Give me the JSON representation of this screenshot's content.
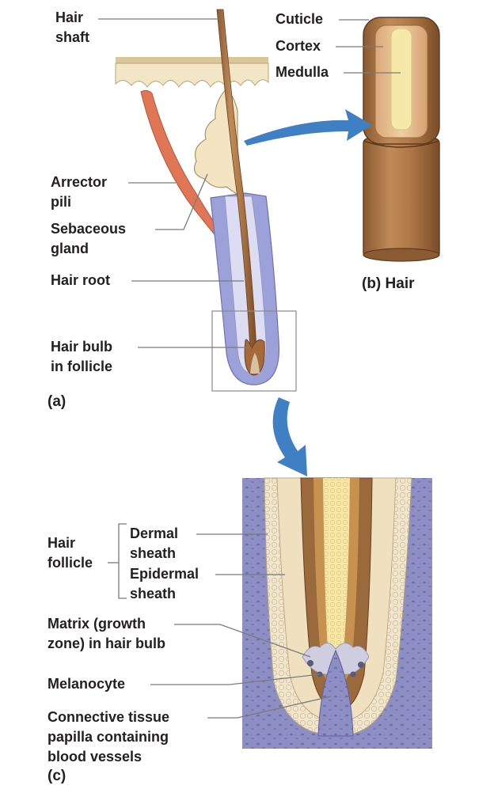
{
  "panel_a": {
    "label": "(a)",
    "hair_shaft": [
      "Hair",
      "shaft"
    ],
    "arrector_pili": [
      "Arrector",
      "pili"
    ],
    "sebaceous_gland": [
      "Sebaceous",
      "gland"
    ],
    "hair_root": "Hair root",
    "hair_bulb": [
      "Hair bulb",
      "in follicle"
    ]
  },
  "panel_b": {
    "label": "(b) Hair",
    "cuticle": "Cuticle",
    "cortex": "Cortex",
    "medulla": "Medulla"
  },
  "panel_c": {
    "label": "(c)",
    "hair_follicle": [
      "Hair",
      "follicle"
    ],
    "dermal_sheath": [
      "Dermal",
      "sheath"
    ],
    "epidermal_sheath": [
      "Epidermal",
      "sheath"
    ],
    "matrix": [
      "Matrix (growth",
      "zone) in hair bulb"
    ],
    "melanocyte": "Melanocyte",
    "papilla": [
      "Connective tissue",
      "papilla containing",
      "blood vessels"
    ]
  },
  "colors": {
    "connective_tissue": "#8d8fc4",
    "sheath": "#f3e7cf",
    "hair_brown": "#9a6a3c",
    "cortex": "#e8c39a",
    "medulla": "#f6e8a8",
    "arrector_muscle": "#e07655",
    "arrow_blue": "#3f7fc4"
  }
}
